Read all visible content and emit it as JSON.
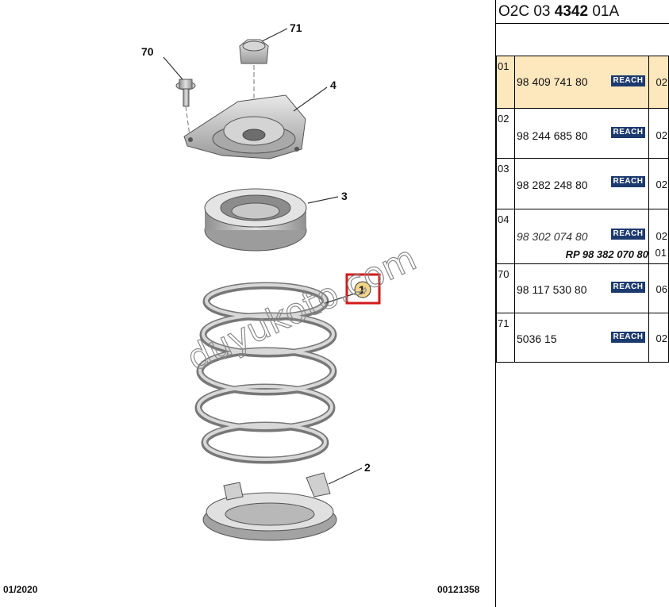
{
  "diagram": {
    "callouts": [
      "70",
      "71",
      "4",
      "3",
      "1",
      "2"
    ],
    "watermark": "duyukoto.com",
    "footer_left": "01/2020",
    "footer_right": "00121358"
  },
  "panel": {
    "code_prefix": "O2C 03",
    "code_bold": "4342",
    "code_suffix": "01A",
    "reach_label": "REACH",
    "rows": [
      {
        "index": "01",
        "part_number": "98 409 741 80",
        "qty": "02",
        "selected": true
      },
      {
        "index": "02",
        "part_number": "98 244 685 80",
        "qty": "02"
      },
      {
        "index": "03",
        "part_number": "98 282 248 80",
        "qty": "02"
      },
      {
        "index": "04",
        "part_number": "98 302 074 80",
        "qty": "02",
        "replacement": "RP 98 382 070 80",
        "replacement_qty": "01"
      },
      {
        "index": "70",
        "part_number": "98 117 530 80",
        "qty": "06"
      },
      {
        "index": "71",
        "part_number": "5036 15",
        "qty": "02"
      }
    ]
  },
  "colors": {
    "selected_row": "#fde7bd",
    "reach_badge": "#1d3a6e",
    "highlight_box": "#d21a1a"
  }
}
